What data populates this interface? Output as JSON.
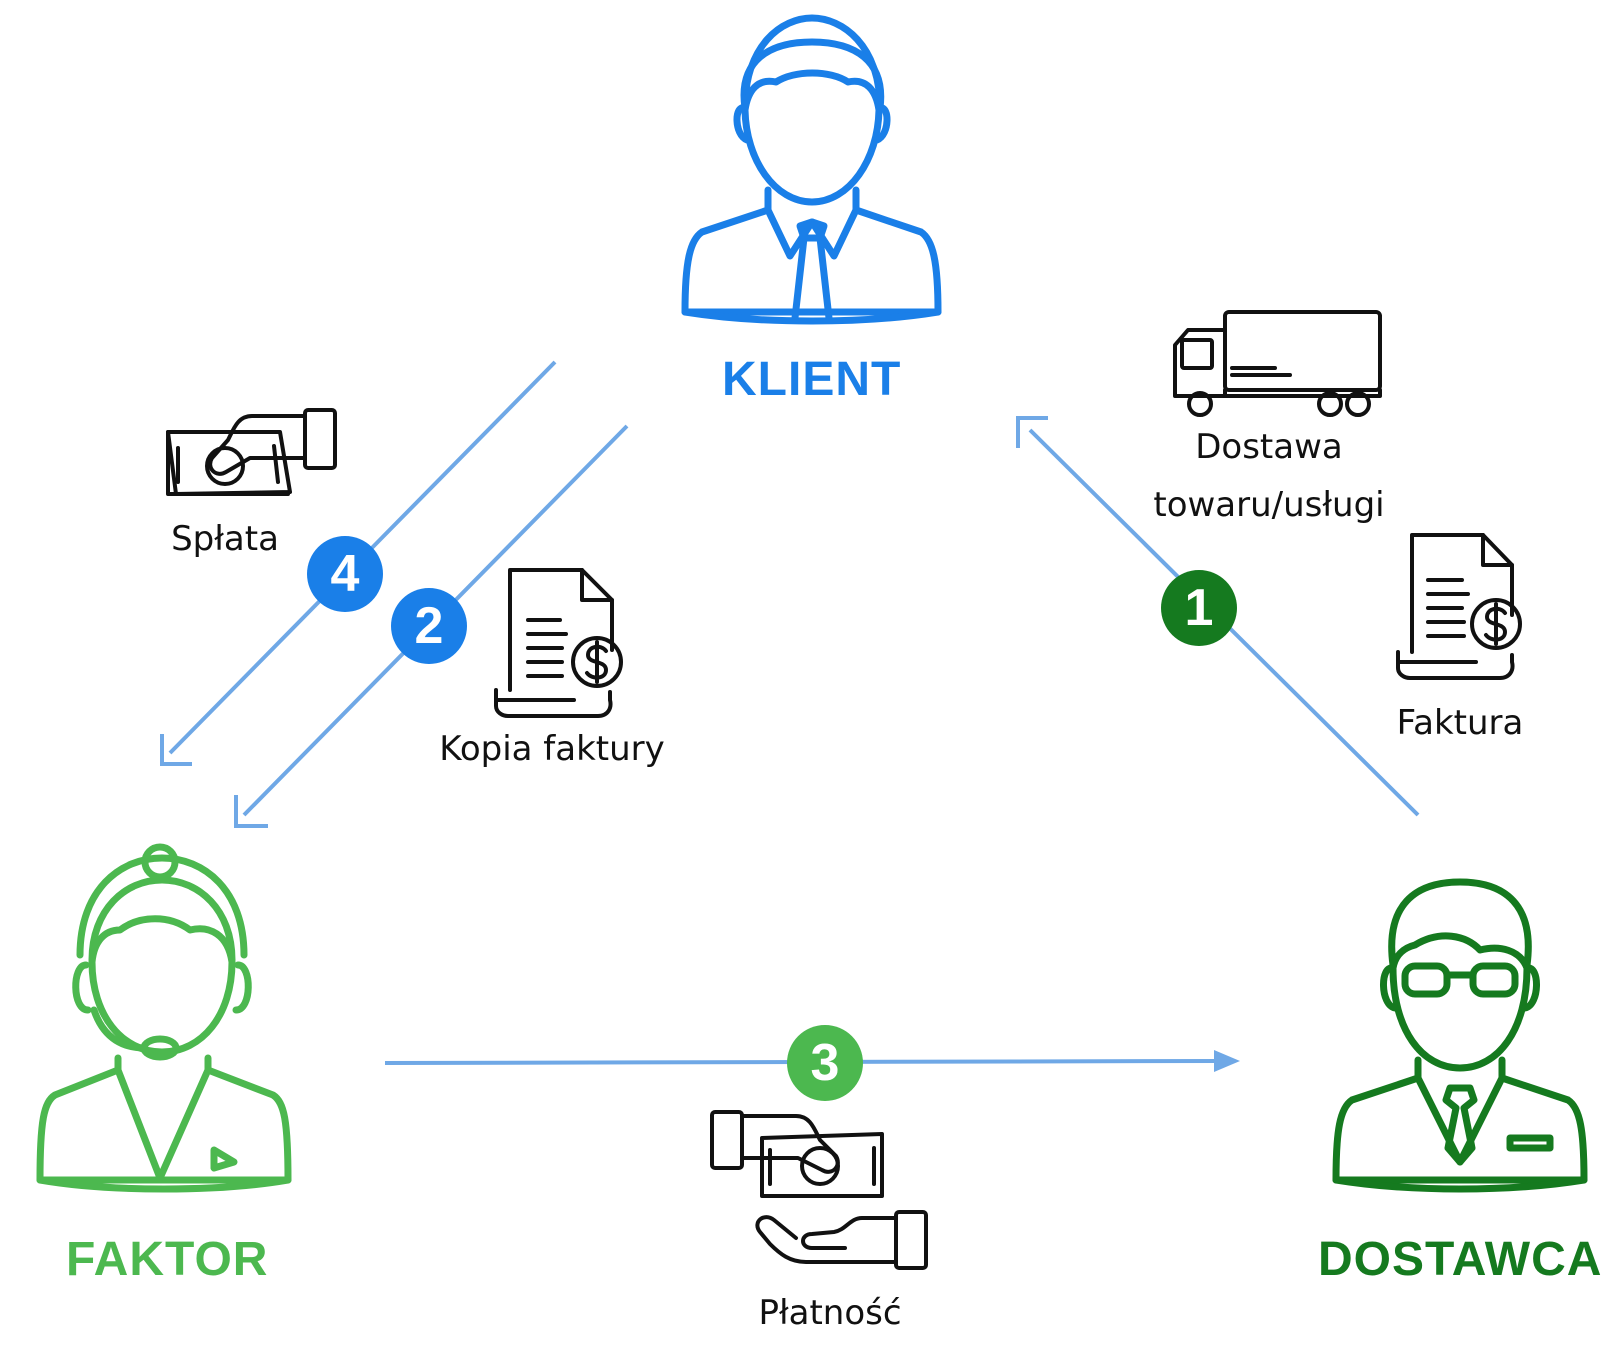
{
  "roles": {
    "client": "KLIENT",
    "factor": "FAKTOR",
    "supplier": "DOSTAWCA"
  },
  "labels": {
    "delivery_line1": "Dostawa",
    "delivery_line2": "towaru/usługi",
    "invoice": "Faktura",
    "invoice_copy": "Kopia faktury",
    "repayment": "Spłata",
    "payment": "Płatność"
  },
  "steps": {
    "s1": "1",
    "s2": "2",
    "s3": "3",
    "s4": "4"
  },
  "colors": {
    "client_blue": "#1a7fe8",
    "factor_green": "#4cb84f",
    "supplier_green": "#157a1f",
    "arrow_blue": "#6fa8e6",
    "icon_black": "#111111"
  },
  "icons": {
    "client": "businessman-icon",
    "factor": "headset-operator-icon",
    "supplier": "businessman-glasses-icon",
    "delivery": "truck-icon",
    "invoice": "invoice-dollar-icon",
    "invoice_copy": "invoice-dollar-icon",
    "repayment": "cash-hand-icon",
    "payment": "cash-hand-receive-icon"
  }
}
